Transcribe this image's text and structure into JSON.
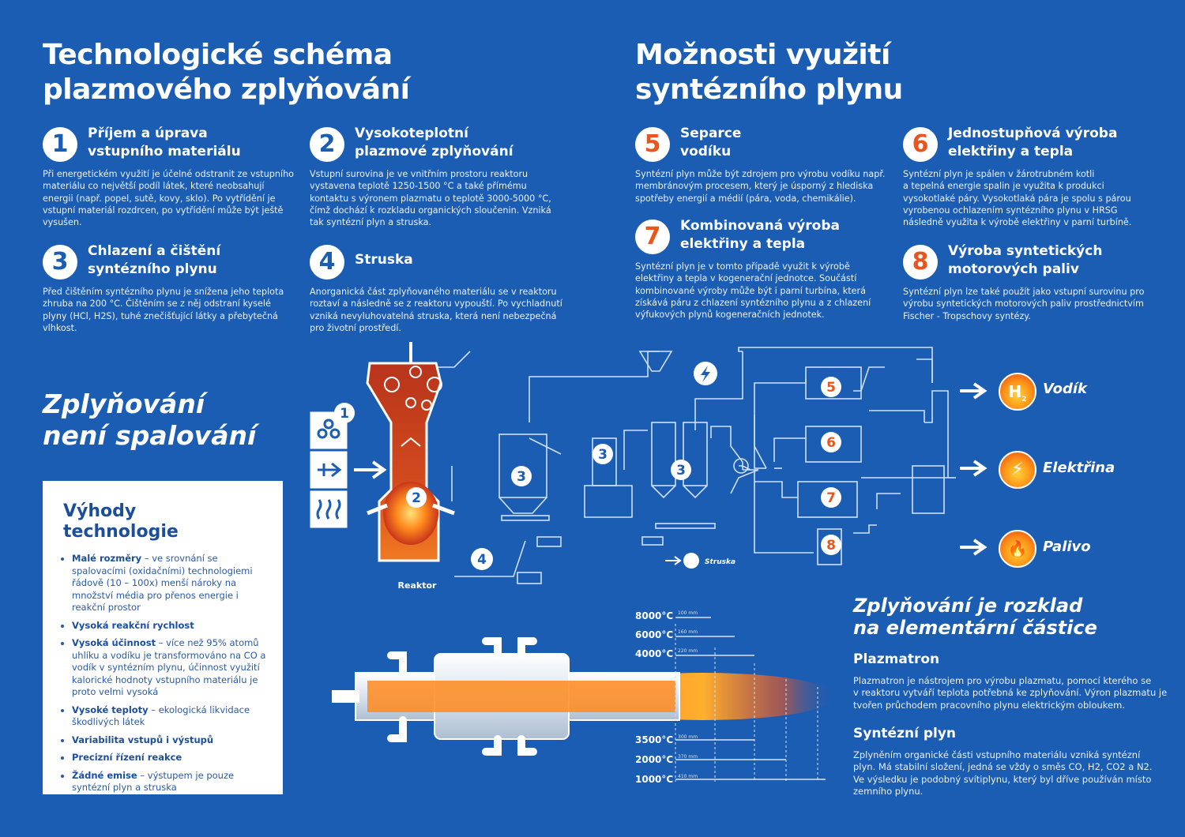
{
  "left_title": [
    "Technologické schéma",
    "plazmového zplyňování"
  ],
  "right_title": [
    "Možnosti využití",
    "syntézního plynu"
  ],
  "steps": [
    {
      "n": "1",
      "title": [
        "Příjem a úprava",
        "vstupního materiálu"
      ],
      "text": "Při energetickém využití je účelné odstranit ze vstupního\nmateriálu co největší podíl látek, které neobsahují\nenergii (např. popel, sutě, kovy, sklo). Po vytřídění je\nvstupní materiál rozdrcen, po vytřídění může být ještě\nvysušen."
    },
    {
      "n": "2",
      "title": [
        "Vysokoteplotní",
        "plazmové zplyňování"
      ],
      "text": "Vstupní surovina je ve vnitřním prostoru reaktoru\nvystavena teplotě 1250-1500 °C a také přímému\nkontaktu s výronem plazmatu o teplotě 3000-5000 °C,\nčímž dochází k rozkladu organických sloučenin. Vzniká\ntak syntézní plyn a struska."
    },
    {
      "n": "3",
      "title": [
        "Chlazení a čištění",
        "syntézního plynu"
      ],
      "text": "Před čištěním syntézního plynu je snížena jeho teplota\nzhruba na 200 °C. Čištěním se z něj odstraní kyselé\nplyny (HCl, H2S), tuhé znečišťující látky a přebytečná\nvlhkost."
    },
    {
      "n": "4",
      "title": [
        "Struska"
      ],
      "text": "Anorganická část zplyňovaného materiálu se v reaktoru\nroztaví a následně se z reaktoru vypouští. Po vychladnutí\nvzniká nevyluhovatelná struska, která není nebezpečná\npro životní prostředí."
    },
    {
      "n": "5",
      "title": [
        "Separce",
        "vodíku"
      ],
      "text": "Syntézní plyn může být zdrojem pro výrobu vodíku např.\nmembránovým procesem, který je úsporný z hlediska\nspotřeby energií a médií (pára, voda, chemikálie)."
    },
    {
      "n": "6",
      "title": [
        "Jednostupňová výroba",
        "elektřiny a tepla"
      ],
      "text": "Syntézní plyn je spálen v žárotrubném kotli\na tepelná energie spalin je využita k produkci\nvysokotlaké páry. Vysokotlaká pára je spolu s párou\nvyrobenou ochlazením syntézního plynu v HRSG\nnásledně využita k výrobě elektřiny v parní turbíně."
    },
    {
      "n": "7",
      "title": [
        "Kombinovaná výroba",
        "elektřiny a tepla"
      ],
      "text": "Syntézní plyn je v tomto případě využit k výrobě\nelektřiny a tepla v kogenerační jednotce. Součástí\nkombinované výroby může být i parní turbína, která\nzískává páru z chlazení syntézního plynu a z chlazení\nvýfukových plynů kogeneračních jednotek."
    },
    {
      "n": "8",
      "title": [
        "Výroba syntetických",
        "motorových paliv"
      ],
      "text": "Syntézní plyn lze také použít jako vstupní surovinu pro\nvýrobu syntetických motorových paliv prostřednictvím\nFischer - Tropschovy syntézy."
    }
  ],
  "slogan": [
    "Zplyňování",
    "není spalování"
  ],
  "advantages": {
    "title": [
      "Výhody",
      "technologie"
    ],
    "items": [
      {
        "b": "Malé rozměry",
        "t": " – ve srovnání se spalovacími (oxidačními) technologiemi řádově (10 – 100x) menší nároky na množství média pro přenos energie i reakční prostor"
      },
      {
        "b": "Vysoká reakční rychlost",
        "t": ""
      },
      {
        "b": "Vysoká účinnost",
        "t": " – více než 95% atomů uhlíku a vodíku je transformováno na CO a vodík v syntézním plynu, účinnost využití kalorické hodnoty vstupního materiálu je proto velmi vysoká"
      },
      {
        "b": "Vysoké teploty",
        "t": " – ekologická likvidace škodlivých látek"
      },
      {
        "b": "Variabilita vstupů i výstupů",
        "t": ""
      },
      {
        "b": "Precizní řízení reakce",
        "t": ""
      },
      {
        "b": "Žádné emise",
        "t": " – výstupem je pouze syntézní plyn a struska"
      }
    ]
  },
  "diagram": {
    "reactor_label": "Reaktor",
    "slag_label": "Struska",
    "outputs": [
      {
        "name": "Vodík",
        "symbol": "H",
        "sub": "2"
      },
      {
        "name": "Elektřina",
        "symbol": "⚡"
      },
      {
        "name": "Palivo",
        "symbol": "🔥"
      }
    ]
  },
  "temps": {
    "top": [
      {
        "t": "8000°C",
        "s": "100 mm"
      },
      {
        "t": "6000°C",
        "s": "160 mm"
      },
      {
        "t": "4000°C",
        "s": "220 mm"
      }
    ],
    "bottom": [
      {
        "t": "3500°C",
        "s": "300 mm"
      },
      {
        "t": "2000°C",
        "s": "370 mm"
      },
      {
        "t": "1000°C",
        "s": "410 mm"
      }
    ]
  },
  "decomp": {
    "title": [
      "Zplyňování je rozklad",
      "na elementární částice"
    ],
    "plazmatron_title": "Plazmatron",
    "plazmatron_text": "Plazmatron je nástrojem pro výrobu plazmatu, pomocí kterého se\nv reaktoru vytváří teplota potřebná ke zplyňování. Výron plazmatu je\ntvořen průchodem pracovního plynu elektrickým obloukem.",
    "syngas_title": "Syntézní plyn",
    "syngas_text": "Zplyněním organické části vstupního materiálu vzniká syntézní\nplyn. Má stabilní složení, jedná se vždy o směs CO, H2, CO2 a N2.\nVe výsledku je podobný svítiplynu, který byl dříve používán místo\nzemního plynu."
  }
}
